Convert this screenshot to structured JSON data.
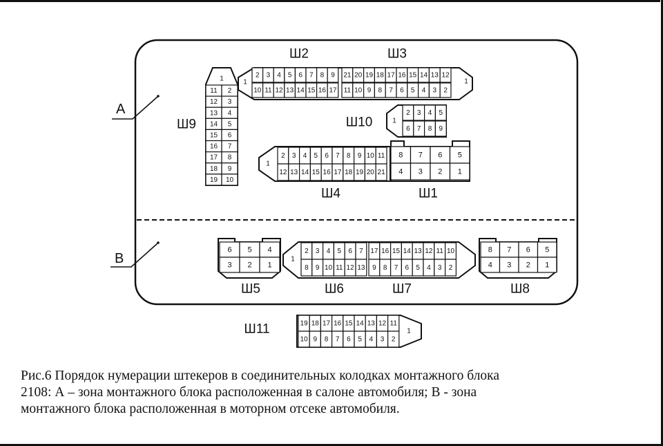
{
  "zones": {
    "a": "A",
    "b": "B"
  },
  "connectors": [
    {
      "id": "sh2",
      "label": "Ш2",
      "rows": [
        [
          "1"
        ],
        [
          "2",
          "3",
          "4",
          "5",
          "6",
          "7",
          "8",
          "9"
        ],
        [
          "10",
          "11",
          "12",
          "13",
          "14",
          "15",
          "16",
          "17"
        ]
      ]
    },
    {
      "id": "sh3",
      "label": "Ш3",
      "rows": [
        [
          "21",
          "20",
          "19",
          "18",
          "17",
          "16",
          "15",
          "14",
          "13",
          "12"
        ],
        [
          "11",
          "10",
          "9",
          "8",
          "7",
          "6",
          "5",
          "4",
          "3",
          "2"
        ],
        [
          "1"
        ]
      ]
    },
    {
      "id": "sh9",
      "label": "Ш9",
      "rows": [
        [
          "1"
        ],
        [
          "11",
          "12",
          "13",
          "14",
          "15",
          "16",
          "17",
          "18",
          "19"
        ],
        [
          "2",
          "3",
          "4",
          "5",
          "6",
          "7",
          "8",
          "9",
          "10"
        ]
      ]
    },
    {
      "id": "sh10",
      "label": "Ш10",
      "rows": [
        [
          "1"
        ],
        [
          "2",
          "3",
          "4",
          "5"
        ],
        [
          "6",
          "7",
          "8",
          "9"
        ]
      ]
    },
    {
      "id": "sh4",
      "label": "Ш4",
      "rows": [
        [
          "1"
        ],
        [
          "2",
          "3",
          "4",
          "5",
          "6",
          "7",
          "8",
          "9",
          "10",
          "11"
        ],
        [
          "12",
          "13",
          "14",
          "15",
          "16",
          "17",
          "18",
          "19",
          "20",
          "21"
        ]
      ]
    },
    {
      "id": "sh1",
      "label": "Ш1",
      "rows": [
        [
          "8",
          "7",
          "6",
          "5"
        ],
        [
          "4",
          "3",
          "2",
          "1"
        ]
      ]
    },
    {
      "id": "sh5",
      "label": "Ш5",
      "rows": [
        [
          "6",
          "5",
          "4"
        ],
        [
          "3",
          "2",
          "1"
        ]
      ]
    },
    {
      "id": "sh6",
      "label": "Ш6",
      "rows": [
        [
          "1"
        ],
        [
          "2",
          "3",
          "4",
          "5",
          "6",
          "7"
        ],
        [
          "8",
          "9",
          "10",
          "11",
          "12",
          "13"
        ]
      ]
    },
    {
      "id": "sh7",
      "label": "Ш7",
      "rows": [
        [
          "17",
          "16",
          "15",
          "14",
          "13",
          "12",
          "11",
          "10"
        ],
        [
          "9",
          "8",
          "7",
          "6",
          "5",
          "4",
          "3",
          "2"
        ]
      ]
    },
    {
      "id": "sh8",
      "label": "Ш8",
      "rows": [
        [
          "8",
          "7",
          "6",
          "5"
        ],
        [
          "4",
          "3",
          "2",
          "1"
        ]
      ]
    },
    {
      "id": "sh11",
      "label": "Ш11",
      "rows": [
        [
          "19",
          "18",
          "17",
          "16",
          "15",
          "14",
          "13",
          "12",
          "11"
        ],
        [
          "10",
          "9",
          "8",
          "7",
          "6",
          "5",
          "4",
          "3",
          "2"
        ],
        [
          "1"
        ]
      ]
    }
  ],
  "caption": {
    "line1": "Рис.6 Порядок нумерации штекеров в соединительных колодках монтажного блока",
    "line2": "2108: А – зона монтажного блока расположенная в салоне автомобиля; В - зона",
    "line3": "монтажного блока расположенная в моторном отсеке автомобиля."
  }
}
